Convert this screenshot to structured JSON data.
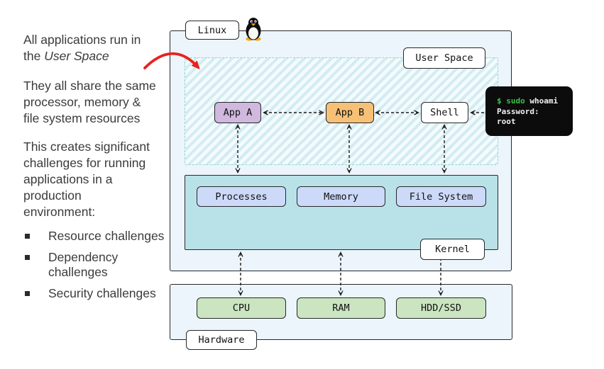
{
  "note": {
    "para1": {
      "line1": "All applications run in",
      "line2_prefix": "the ",
      "line2_italic": "User Space"
    },
    "para2_lines": [
      "They all share the same",
      "processor, memory &",
      "file system resources"
    ],
    "para3_lines": [
      "This creates significant",
      "challenges for running",
      "applications in a",
      "production",
      "environment:"
    ],
    "bullets": [
      "Resource challenges",
      "Dependency challenges",
      "Security challenges"
    ]
  },
  "diagram": {
    "linux_label": "Linux",
    "user_space_label": "User Space",
    "app_a_label": "App A",
    "app_b_label": "App B",
    "shell_label": "Shell",
    "kernel_label": "Kernel",
    "kernel_items": [
      "Processes",
      "Memory",
      "File System"
    ],
    "hardware_label": "Hardware",
    "hardware_items": [
      "CPU",
      "RAM",
      "HDD/SSD"
    ],
    "terminal": {
      "prompt": "$ sudo",
      "command": " whoami",
      "line2": "Password:",
      "line3": "root"
    },
    "icons": [
      "tux-penguin-icon",
      "red-curved-arrow"
    ]
  },
  "colors": {
    "box_fill": "#ecf5fb",
    "user_space_hatch": "#d3ecf1",
    "user_space_border": "#8fd6d0",
    "kernel_fill": "#b9e2e8",
    "kernel_item_fill": "#ccd9f8",
    "hardware_item_fill": "#cae5c0",
    "app_a_fill": "#d0b8de",
    "app_b_fill": "#f6c176",
    "shell_fill": "#ffffff",
    "terminal_bg": "#0b0c0b",
    "terminal_green": "#3ec04a",
    "accent_red": "#e8231d",
    "arrow_black": "#1d1d1d"
  }
}
